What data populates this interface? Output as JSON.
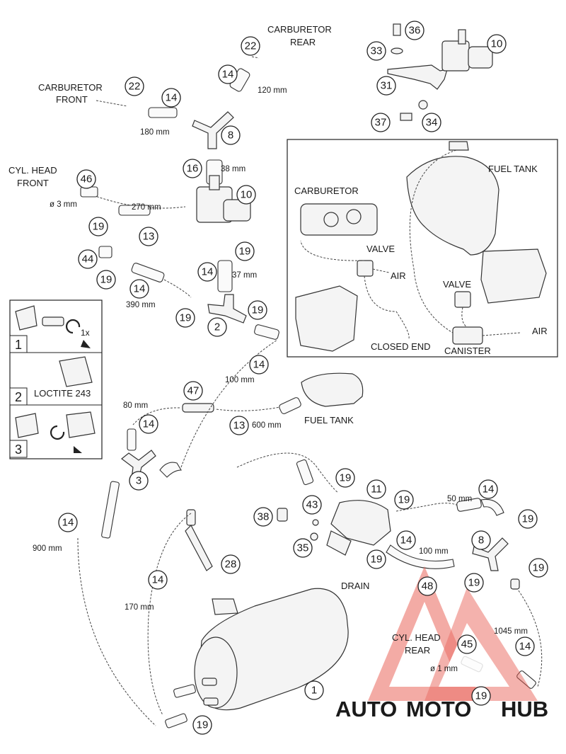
{
  "labels": {
    "carb_rear": [
      "CARBURETOR",
      "REAR"
    ],
    "carb_front": [
      "CARBURETOR",
      "FRONT"
    ],
    "cyl_head_front": [
      "CYL. HEAD",
      "FRONT"
    ],
    "cyl_head_rear": [
      "CYL. HEAD",
      "REAR"
    ],
    "fuel_tank_inset": "FUEL TANK",
    "carburetor_inset": "CARBURETOR",
    "valve_1": "VALVE",
    "valve_2": "VALVE",
    "air_1": "AIR",
    "air_2": "AIR",
    "closed_end": "CLOSED END",
    "canister": "CANISTER",
    "fuel_tank": "FUEL TANK",
    "drain": "DRAIN",
    "loctite": "LOCTITE 243",
    "once": "1x"
  },
  "dimensions": {
    "d120": "120 mm",
    "d180": "180 mm",
    "d38": "38 mm",
    "d3": "ø 3 mm",
    "d270": "270 mm",
    "d37": "37 mm",
    "d390": "390 mm",
    "d100a": "100 mm",
    "d80": "80 mm",
    "d600": "600 mm",
    "d50": "50 mm",
    "d100b": "100 mm",
    "d900": "900 mm",
    "d170": "170 mm",
    "d1045": "1045 mm",
    "d1": "ø 1 mm"
  },
  "callouts": {
    "c36": "36",
    "c33": "33",
    "c10a": "10",
    "c31": "31",
    "c37": "37",
    "c34": "34",
    "c22a": "22",
    "c22b": "22",
    "c14a": "14",
    "c14b": "14",
    "c8a": "8",
    "c16": "16",
    "c46": "46",
    "c10b": "10",
    "c19a": "19",
    "c13a": "13",
    "c19b": "19",
    "c44": "44",
    "c14c": "14",
    "c19c": "19",
    "c14d": "14",
    "c19d": "19",
    "c2": "2",
    "c19e": "19",
    "c14e": "14",
    "c47": "47",
    "c14f": "14",
    "c13b": "13",
    "c3": "3",
    "c14g": "14",
    "c19f": "19",
    "c11": "11",
    "c19g": "19",
    "c14h": "14",
    "c43": "43",
    "c38": "38",
    "c35": "35",
    "c14i": "14",
    "c19h": "19",
    "c8b": "8",
    "c19i": "19",
    "c19j": "19",
    "c48": "48",
    "c19k": "19",
    "c28": "28",
    "c14j": "14",
    "c45": "45",
    "c14k": "14",
    "c19l": "19",
    "c1": "1",
    "c19m": "19"
  },
  "steps": [
    "1",
    "2",
    "3"
  ],
  "watermark": {
    "text_a": "AUTO",
    "text_b": "MOTO",
    "text_c": "HUB",
    "color_a": "#e85a4f",
    "color_b": "#f2b23a",
    "color_c": "#8c8c8c"
  }
}
